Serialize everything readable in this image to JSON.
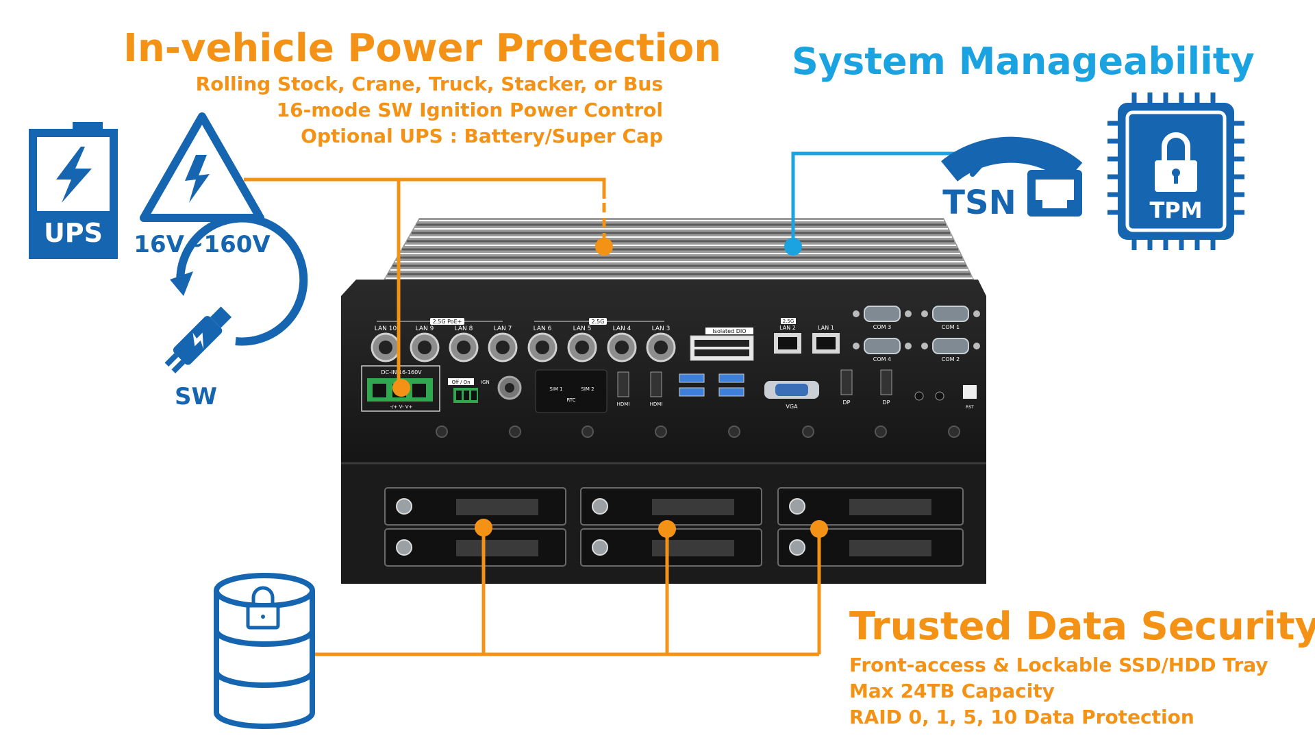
{
  "power": {
    "title": "In-vehicle Power Protection",
    "lines": [
      "Rolling Stock, Crane, Truck, Stacker, or Bus",
      "16-mode SW Ignition Power Control",
      "Optional UPS : Battery/Super Cap"
    ],
    "ups_label": "UPS",
    "voltage_label": "16V~160V",
    "sw_label": "SW"
  },
  "manageability": {
    "title": "System Manageability",
    "tsn_label": "TSN",
    "tpm_label": "TPM"
  },
  "security": {
    "title": "Trusted Data Security",
    "lines": [
      "Front-access & Lockable SSD/HDD Tray",
      "Max 24TB Capacity",
      "RAID 0, 1, 5, 10 Data Protection"
    ]
  },
  "device": {
    "poe_group": "2.5G PoE+",
    "lan_group": "2.5G",
    "lan_ports": [
      "LAN 10",
      "LAN 9",
      "LAN 8",
      "LAN 7",
      "LAN 6",
      "LAN 5",
      "LAN 4",
      "LAN 3"
    ],
    "dio_label": "Isolated DIO",
    "rj45_group": "2.5G",
    "rj45_ports": [
      "LAN 2",
      "LAN 1"
    ],
    "com_top": [
      "COM 3",
      "COM 1"
    ],
    "com_bottom": [
      "COM 4",
      "COM 2"
    ],
    "dc_in": "DC-IN 16-160V",
    "dc_pins": "-/+   V-   V+",
    "ign_switch": "Off / On",
    "ign_label": "IGN",
    "sim_labels": [
      "SIM 1",
      "SIM 2"
    ],
    "rtc_label": "RTC",
    "hdmi_labels": [
      "HDMI",
      "HDMI"
    ],
    "vga_label": "VGA",
    "dp_labels": [
      "DP",
      "DP"
    ],
    "rst_label": "RST"
  },
  "colors": {
    "orange": "#f39214",
    "blue_line": "#1aa3e0",
    "icon_blue": "#1565b0",
    "chassis": "#1e1e1e"
  }
}
